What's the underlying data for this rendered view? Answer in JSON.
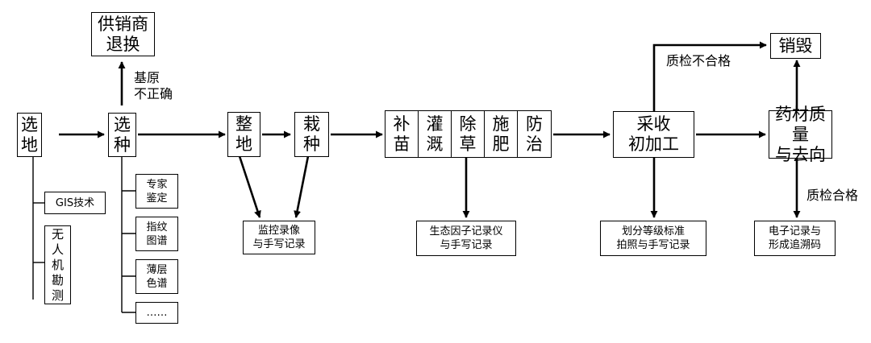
{
  "nodes": {
    "select_site": "选\n地",
    "select_seed": "选\n种",
    "supplier_return": "供销商\n退换",
    "base_incorrect": "基原\n不正确",
    "gis": "GIS技术",
    "drone": "无\n人\n机\n勘\n测",
    "expert": "专家\n鉴定",
    "fingerprint": "指纹\n图谱",
    "tlc": "薄层\n色谱",
    "ellipsis": "……",
    "land_prep": "整\n地",
    "planting": "栽\n种",
    "monitor_record": "监控录像\n与手写记录",
    "field_ops": [
      "补\n苗",
      "灌\n溉",
      "除\n草",
      "施\n肥",
      "防\n治"
    ],
    "eco_recorder": "生态因子记录仪\n与手写记录",
    "harvest": "采收\n初加工",
    "grading": "划分等级标准\n拍照与手写记录",
    "quality_dest": "药材质量\n与去向",
    "destroy": "销毁",
    "qc_fail": "质检不合格",
    "qc_pass": "质检合格",
    "e_record": "电子记录与\n形成追溯码"
  },
  "colors": {
    "stroke": "#000000",
    "background": "#ffffff"
  }
}
